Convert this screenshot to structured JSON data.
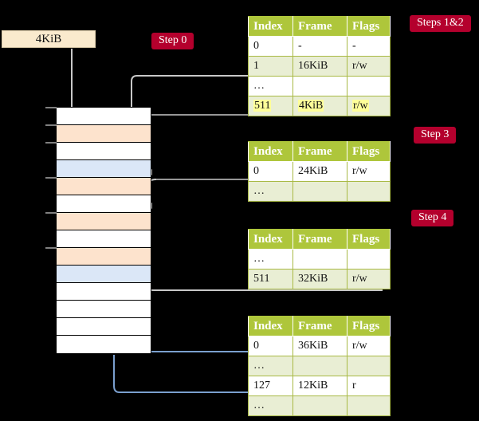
{
  "source": {
    "label": "4KiB"
  },
  "badges": [
    {
      "name": "step-0",
      "label": "Step 0"
    },
    {
      "name": "steps-1-2",
      "label": "Steps 1&2"
    },
    {
      "name": "step-3",
      "label": "Step 3"
    },
    {
      "name": "step-4",
      "label": "Step 4"
    }
  ],
  "memory": {
    "rows": [
      {
        "fill": "white"
      },
      {
        "fill": "orange"
      },
      {
        "fill": "white"
      },
      {
        "fill": "blue"
      },
      {
        "fill": "orange"
      },
      {
        "fill": "white"
      },
      {
        "fill": "orange"
      },
      {
        "fill": "white"
      },
      {
        "fill": "orange"
      },
      {
        "fill": "blue"
      },
      {
        "fill": "white"
      },
      {
        "fill": "white"
      },
      {
        "fill": "white"
      },
      {
        "fill": "white"
      }
    ]
  },
  "tables": [
    {
      "name": "page-table-level-1",
      "headers": [
        "Index",
        "Frame",
        "Flags"
      ],
      "rows": [
        {
          "style": "plain",
          "cells": [
            "0",
            "-",
            "-"
          ],
          "highlight": [
            false,
            false,
            false
          ]
        },
        {
          "style": "alt",
          "cells": [
            "1",
            "16KiB",
            "r/w"
          ],
          "highlight": [
            false,
            false,
            false
          ]
        },
        {
          "style": "plain",
          "cells": [
            "…",
            "",
            ""
          ],
          "highlight": [
            false,
            false,
            false
          ]
        },
        {
          "style": "alt",
          "cells": [
            "511",
            "4KiB",
            "r/w"
          ],
          "highlight": [
            true,
            true,
            true
          ]
        }
      ]
    },
    {
      "name": "page-table-level-2",
      "headers": [
        "Index",
        "Frame",
        "Flags"
      ],
      "rows": [
        {
          "style": "plain",
          "cells": [
            "0",
            "24KiB",
            "r/w"
          ],
          "highlight": [
            false,
            false,
            false
          ]
        },
        {
          "style": "alt",
          "cells": [
            "…",
            "",
            ""
          ],
          "highlight": [
            false,
            false,
            false
          ]
        }
      ]
    },
    {
      "name": "page-table-level-3",
      "headers": [
        "Index",
        "Frame",
        "Flags"
      ],
      "rows": [
        {
          "style": "plain",
          "cells": [
            "…",
            "",
            ""
          ],
          "highlight": [
            false,
            false,
            false
          ]
        },
        {
          "style": "alt",
          "cells": [
            "511",
            "32KiB",
            "r/w"
          ],
          "highlight": [
            false,
            false,
            false
          ]
        }
      ]
    },
    {
      "name": "page-table-level-4",
      "headers": [
        "Index",
        "Frame",
        "Flags"
      ],
      "rows": [
        {
          "style": "plain",
          "cells": [
            "0",
            "36KiB",
            "r/w"
          ],
          "highlight": [
            false,
            false,
            false
          ]
        },
        {
          "style": "alt",
          "cells": [
            "…",
            "",
            ""
          ],
          "highlight": [
            false,
            false,
            false
          ]
        },
        {
          "style": "plain",
          "cells": [
            "127",
            "12KiB",
            "r"
          ],
          "highlight": [
            false,
            false,
            false
          ]
        },
        {
          "style": "alt",
          "cells": [
            "…",
            "",
            ""
          ],
          "highlight": [
            false,
            false,
            false
          ]
        }
      ]
    }
  ],
  "colors": {
    "background": "#000000",
    "badge": "#b4002d",
    "table_header": "#aec63b",
    "table_alt_row": "#e9eed4",
    "highlight": "#ffff99",
    "source_box": "#faeacd",
    "mem_orange": "#fde3cd",
    "mem_blue": "#dbe7f7",
    "wire_gray": "#cccccc",
    "wire_blue": "#7a9fce"
  }
}
